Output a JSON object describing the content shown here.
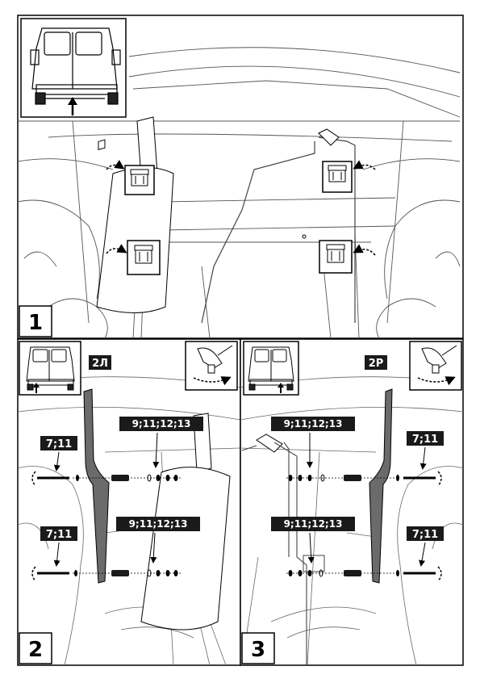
{
  "panels": [
    {
      "step": "1"
    },
    {
      "step": "2",
      "part_label": "2Л",
      "bolt_labels": [
        "7;11",
        "7;11"
      ],
      "fastener_labels": [
        "9;11;12;13",
        "9;11;12;13"
      ]
    },
    {
      "step": "3",
      "part_label": "2P",
      "bolt_labels": [
        "7;11",
        "7;11"
      ],
      "fastener_labels": [
        "9;11;12;13",
        "9;11;12;13"
      ]
    }
  ],
  "colors": {
    "line": "#000000",
    "sketch": "#555555",
    "bracket": "#6b6b6b",
    "label_bg": "#1a1a1a",
    "paper": "#ffffff"
  },
  "icons": [
    "car-rear-icon",
    "up-arrow-icon",
    "clip-icon",
    "rotate-arrow-icon",
    "hand-wrench-icon"
  ]
}
